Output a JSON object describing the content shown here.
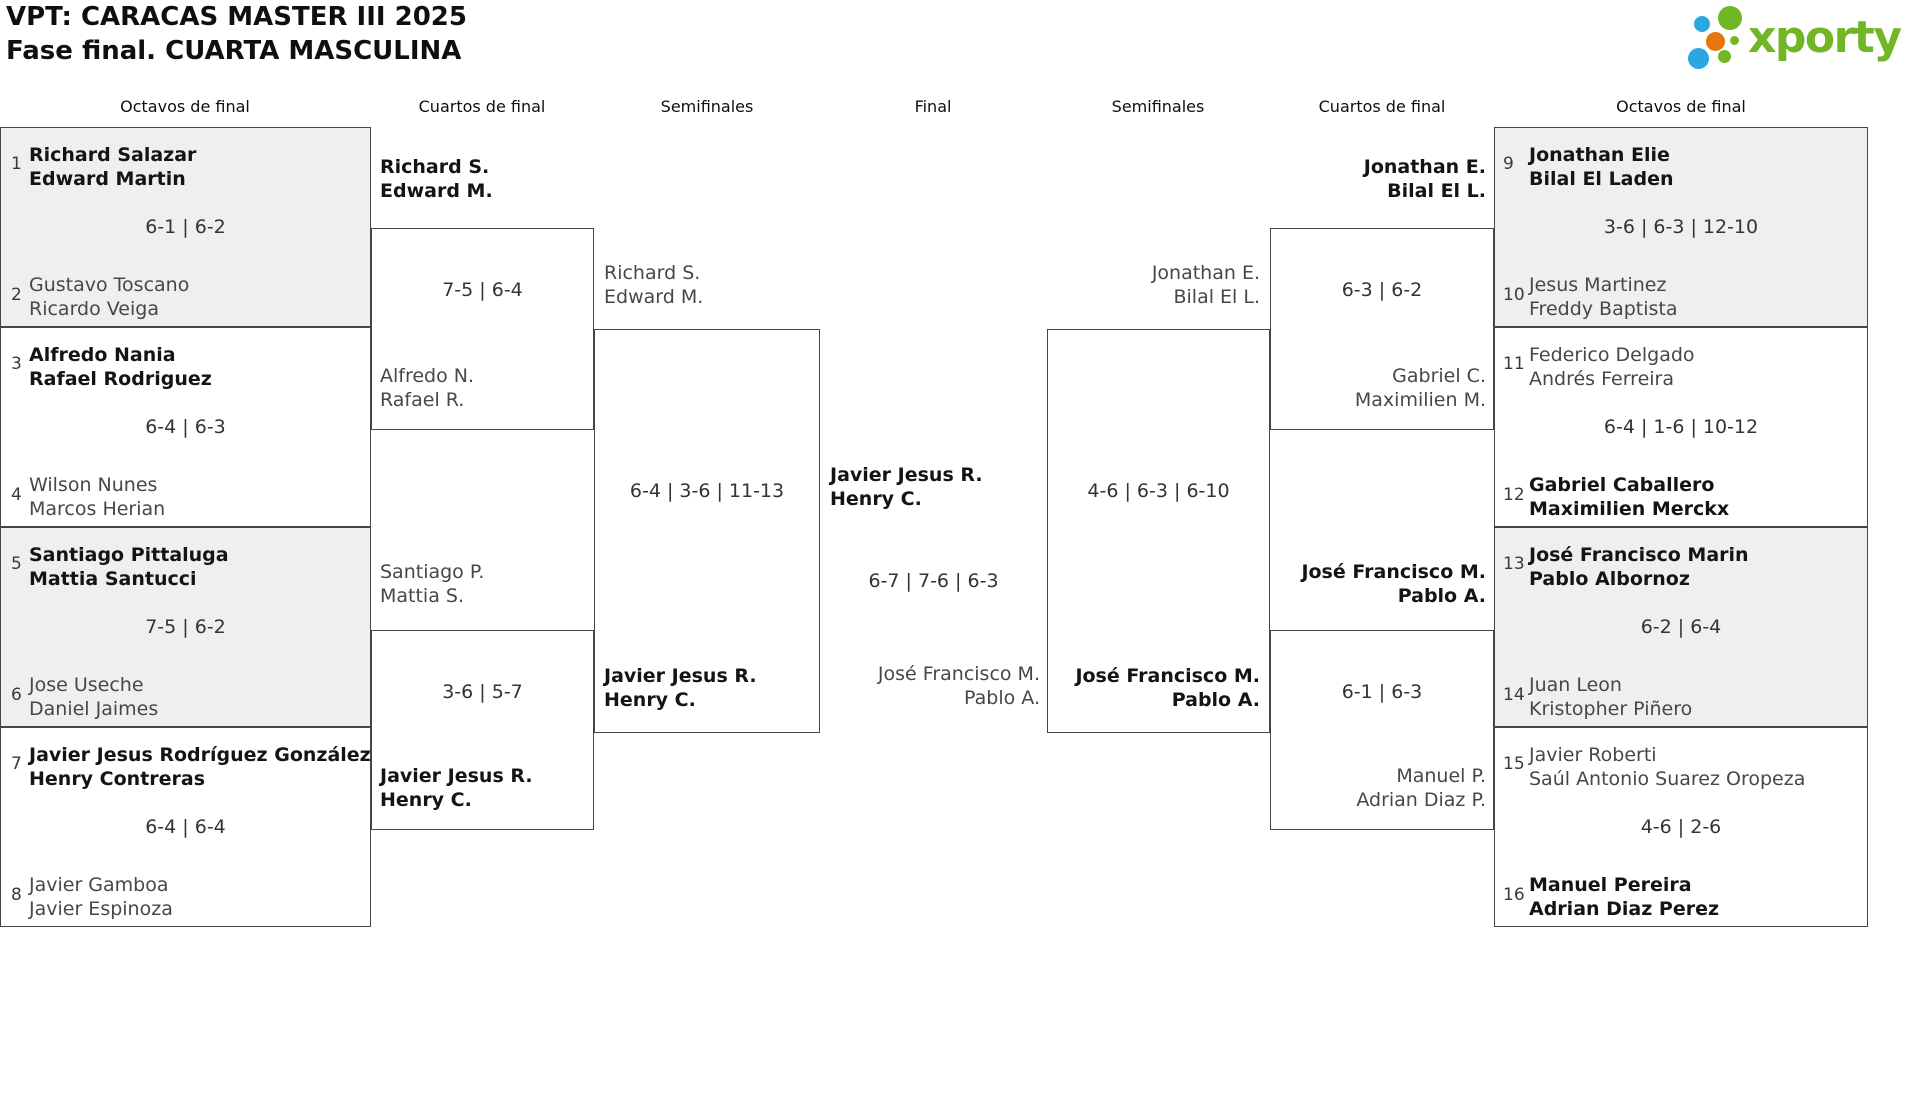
{
  "header": {
    "title_line1": "VPT: CARACAS MASTER III 2025",
    "title_line2": "Fase final. CUARTA MASCULINA"
  },
  "logo": {
    "brand": "xporty",
    "green": "#72b626",
    "blue": "#2aa7df",
    "orange": "#e8760e"
  },
  "rounds": [
    "Octavos de final",
    "Cuartos de final",
    "Semifinales",
    "Final",
    "Semifinales",
    "Cuartos de final",
    "Octavos de final"
  ],
  "bracket": {
    "r16_left": [
      {
        "seed_top": "1",
        "team_top": [
          "Richard Salazar",
          "Edward Martin"
        ],
        "score": "6-1 | 6-2",
        "seed_bottom": "2",
        "team_bottom": [
          "Gustavo Toscano",
          "Ricardo Veiga"
        ],
        "winner": "top"
      },
      {
        "seed_top": "3",
        "team_top": [
          "Alfredo Nania",
          "Rafael Rodriguez"
        ],
        "score": "6-4 | 6-3",
        "seed_bottom": "4",
        "team_bottom": [
          "Wilson Nunes",
          "Marcos Herian"
        ],
        "winner": "top"
      },
      {
        "seed_top": "5",
        "team_top": [
          "Santiago Pittaluga",
          "Mattia Santucci"
        ],
        "score": "7-5 | 6-2",
        "seed_bottom": "6",
        "team_bottom": [
          "Jose Useche",
          "Daniel Jaimes"
        ],
        "winner": "top"
      },
      {
        "seed_top": "7",
        "team_top": [
          "Javier Jesus Rodríguez González",
          "Henry Contreras"
        ],
        "score": "6-4 | 6-4",
        "seed_bottom": "8",
        "team_bottom": [
          "Javier Gamboa",
          "Javier Espinoza"
        ],
        "winner": "top"
      }
    ],
    "qf_left": [
      {
        "team_top": [
          "Richard S.",
          "Edward M."
        ],
        "score": "7-5 | 6-4",
        "team_bottom": [
          "Alfredo N.",
          "Rafael R."
        ],
        "winner": "top"
      },
      {
        "team_top": [
          "Santiago P.",
          "Mattia S."
        ],
        "score": "3-6 | 5-7",
        "team_bottom": [
          "Javier Jesus R.",
          "Henry C."
        ],
        "winner": "bottom"
      }
    ],
    "sf_left": {
      "team_top": [
        "Richard S.",
        "Edward M."
      ],
      "score": "6-4 | 3-6 | 11-13",
      "team_bottom": [
        "Javier Jesus R.",
        "Henry C."
      ],
      "winner": "bottom"
    },
    "final": {
      "team_top": [
        "Javier Jesus R.",
        "Henry C."
      ],
      "score": "6-7 | 7-6 | 6-3",
      "team_bottom": [
        "José Francisco M.",
        "Pablo A."
      ],
      "winner": "top"
    },
    "sf_right": {
      "team_top": [
        "Jonathan E.",
        "Bilal El L."
      ],
      "score": "4-6 | 6-3 | 6-10",
      "team_bottom": [
        "José Francisco M.",
        "Pablo A."
      ],
      "winner": "bottom"
    },
    "qf_right": [
      {
        "team_top": [
          "Jonathan E.",
          "Bilal El L."
        ],
        "score": "6-3 | 6-2",
        "team_bottom": [
          "Gabriel C.",
          "Maximilien M."
        ],
        "winner": "top"
      },
      {
        "team_top": [
          "José Francisco M.",
          "Pablo A."
        ],
        "score": "6-1 | 6-3",
        "team_bottom": [
          "Manuel P.",
          "Adrian Diaz P."
        ],
        "winner": "top"
      }
    ],
    "r16_right": [
      {
        "seed_top": "9",
        "team_top": [
          "Jonathan Elie",
          "Bilal El Laden"
        ],
        "score": "3-6 | 6-3 | 12-10",
        "seed_bottom": "10",
        "team_bottom": [
          "Jesus Martinez",
          "Freddy Baptista"
        ],
        "winner": "top"
      },
      {
        "seed_top": "11",
        "team_top": [
          "Federico Delgado",
          "Andrés Ferreira"
        ],
        "score": "6-4 | 1-6 | 10-12",
        "seed_bottom": "12",
        "team_bottom": [
          "Gabriel Caballero",
          "Maximilien Merckx"
        ],
        "winner": "bottom"
      },
      {
        "seed_top": "13",
        "team_top": [
          "José Francisco Marin",
          "Pablo Albornoz"
        ],
        "score": "6-2 | 6-4",
        "seed_bottom": "14",
        "team_bottom": [
          "Juan Leon",
          "Kristopher Piñero"
        ],
        "winner": "top"
      },
      {
        "seed_top": "15",
        "team_top": [
          "Javier Roberti",
          "Saúl Antonio Suarez Oropeza"
        ],
        "score": "4-6 | 2-6",
        "seed_bottom": "16",
        "team_bottom": [
          "Manuel Pereira",
          "Adrian Diaz Perez"
        ],
        "winner": "bottom"
      }
    ]
  }
}
